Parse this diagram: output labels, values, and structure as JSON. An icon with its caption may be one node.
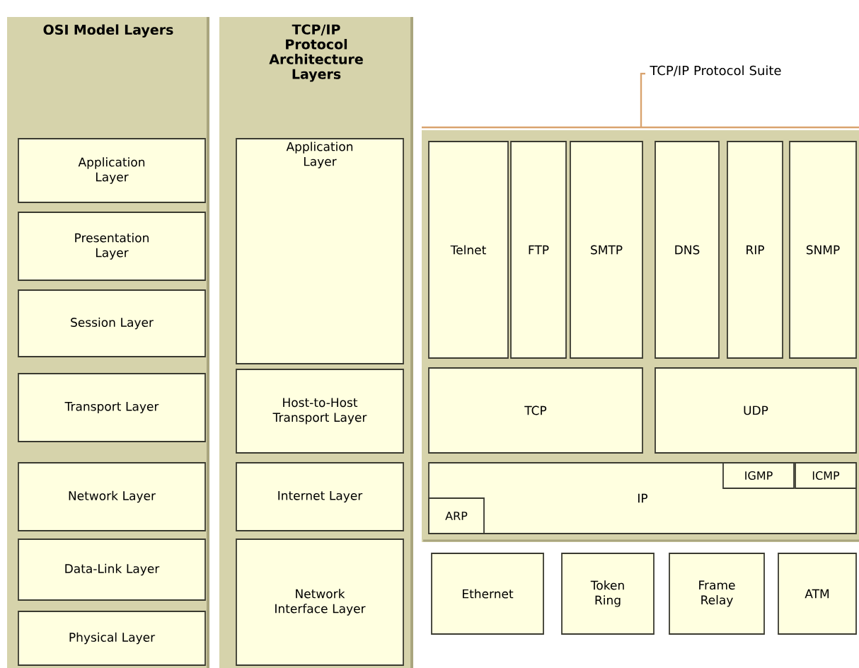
{
  "diagram": {
    "nodes": [
      {
        "text": [
          "OSI Model Layers"
        ]
      },
      {
        "text": [
          "Application Layer"
        ],
        "in": 0
      },
      {
        "text": [
          "Presentation Layer"
        ],
        "in": 0
      },
      {
        "text": [
          "Session Layer"
        ],
        "in": 0
      },
      {
        "text": [
          "Transport Layer"
        ],
        "in": 0
      },
      {
        "text": [
          "Network Layer"
        ],
        "in": 0
      },
      {
        "text": [
          "Data-Link Layer"
        ],
        "in": 0
      },
      {
        "text": [
          "Physical Layer"
        ],
        "in": 0
      },
      {
        "text": [
          "TCP/IP Protocol Architecture Layers"
        ]
      },
      {
        "text": [
          "Application Layer"
        ],
        "in": 8
      },
      {
        "text": [
          "Host-to-Host Transport Layer"
        ],
        "in": 8
      },
      {
        "text": [
          "Internet Layer"
        ],
        "in": 8
      },
      {
        "text": [
          "Network Interface Layer"
        ],
        "in": 8
      },
      {
        "text": [
          "TCP/IP Protocol Suite"
        ]
      },
      {
        "text": [
          "Telnet"
        ],
        "in": 13
      },
      {
        "text": [
          "FTP"
        ],
        "in": 13
      },
      {
        "text": [
          "SMTP"
        ],
        "in": 13
      },
      {
        "text": [
          "DNS"
        ],
        "in": 13
      },
      {
        "text": [
          "RIP"
        ],
        "in": 13
      },
      {
        "text": [
          "SNMP"
        ],
        "in": 13
      },
      {
        "text": [
          "TCP"
        ],
        "in": 13
      },
      {
        "text": [
          "UDP"
        ],
        "in": 13
      },
      {
        "text": [
          "IP"
        ],
        "in": 13
      },
      {
        "text": [
          "IGMP"
        ],
        "in": 22
      },
      {
        "text": [
          "ICMP"
        ],
        "in": 22
      },
      {
        "text": [
          "ARP"
        ],
        "in": 22
      },
      {
        "text": [
          "Ethernet"
        ]
      },
      {
        "text": [
          "Token Ring"
        ]
      },
      {
        "text": [
          "Frame Relay"
        ]
      },
      {
        "text": [
          "ATM"
        ]
      }
    ]
  }
}
